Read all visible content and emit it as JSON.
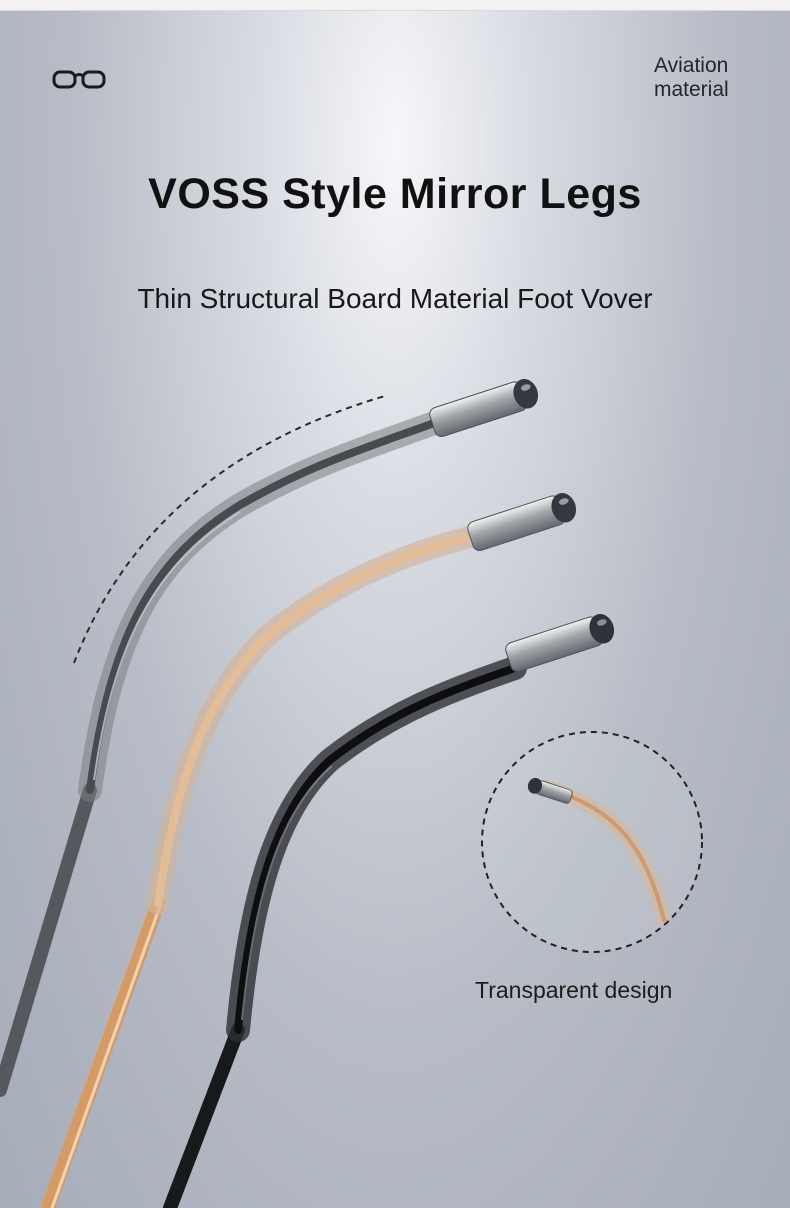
{
  "header": {
    "badge_lines": [
      "Aviation",
      "material"
    ]
  },
  "main": {
    "title": "VOSS Style Mirror Legs",
    "subtitle": "Thin Structural Board Material Foot Vover"
  },
  "detail": {
    "caption": "Transparent design"
  },
  "icons": {
    "top_left": "eyeglasses-icon"
  },
  "colors": {
    "background": "#c7cbd3",
    "text": "#111111",
    "temple_gray": "#6d6f73",
    "temple_gold": "#d8a576",
    "temple_black": "#2a2a2a"
  }
}
